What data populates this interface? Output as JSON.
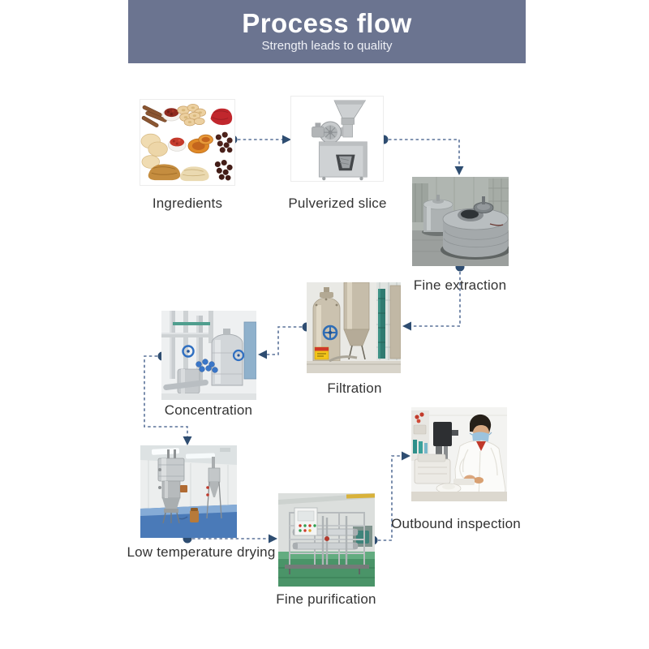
{
  "header": {
    "title": "Process flow",
    "subtitle": "Strength leads to quality"
  },
  "steps": [
    {
      "id": "ingredients",
      "label": "Ingredients",
      "photo_subject": "assorted dried herbs, root slices, goji berries and jujubes"
    },
    {
      "id": "pulverized-slice",
      "label": "Pulverized slice",
      "photo_subject": "stainless steel grinder mill with hopper"
    },
    {
      "id": "fine-extraction",
      "label": "Fine extraction",
      "photo_subject": "stainless steel extraction tanks on factory floor"
    },
    {
      "id": "filtration",
      "label": "Filtration",
      "photo_subject": "tall stainless filtration columns with blue valve"
    },
    {
      "id": "concentration",
      "label": "Concentration",
      "photo_subject": "concentration vessels and piping with blue handwheels"
    },
    {
      "id": "low-temperature-drying",
      "label": "Low temperature drying",
      "photo_subject": "fluid-bed dryer in clean room with blue floor"
    },
    {
      "id": "fine-purification",
      "label": "Fine purification",
      "photo_subject": "membrane purification skid on green floor"
    },
    {
      "id": "outbound-inspection",
      "label": "Outbound inspection",
      "photo_subject": "technician in lab coat and mask testing sample"
    }
  ],
  "flow_connections": [
    {
      "from": "Ingredients",
      "to": "Pulverized slice"
    },
    {
      "from": "Pulverized slice",
      "to": "Fine extraction"
    },
    {
      "from": "Fine extraction",
      "to": "Filtration"
    },
    {
      "from": "Filtration",
      "to": "Concentration"
    },
    {
      "from": "Concentration",
      "to": "Low temperature drying"
    },
    {
      "from": "Low temperature drying",
      "to": "Fine purification"
    },
    {
      "from": "Fine purification",
      "to": "Outbound inspection"
    }
  ],
  "colors": {
    "page_background": "#ffffff",
    "banner_background": "#6b7490",
    "banner_text": "#ffffff",
    "label_text": "#333333",
    "connector_line": "#5a7299",
    "connector_node": "#2e4d71"
  }
}
